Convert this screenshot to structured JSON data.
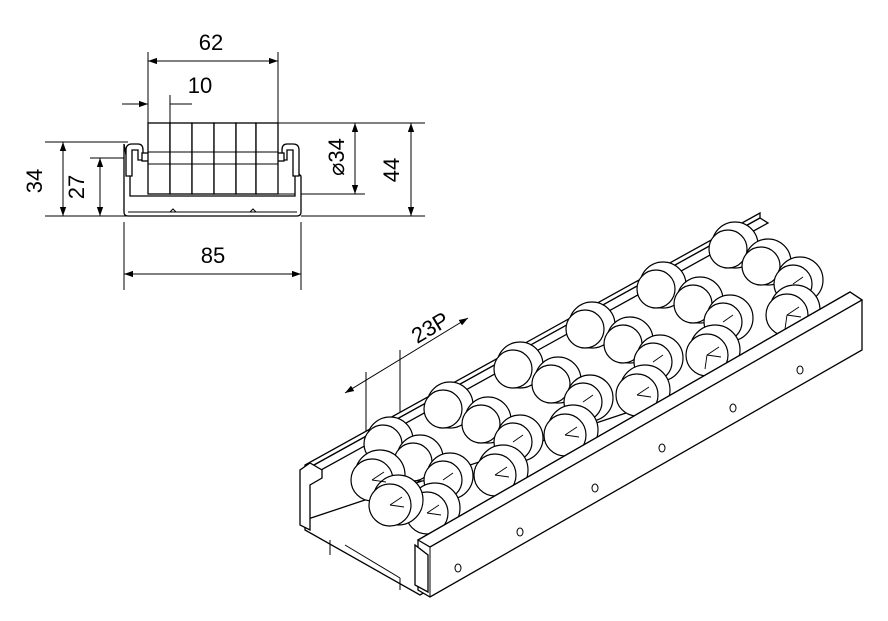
{
  "drawing": {
    "dimensions": {
      "roller_width": "62",
      "roller_offset": "10",
      "roller_diameter": "⌀34",
      "total_height": "44",
      "rail_height": "34",
      "axle_height": "27",
      "rail_width": "85",
      "pitch": "23P"
    }
  }
}
